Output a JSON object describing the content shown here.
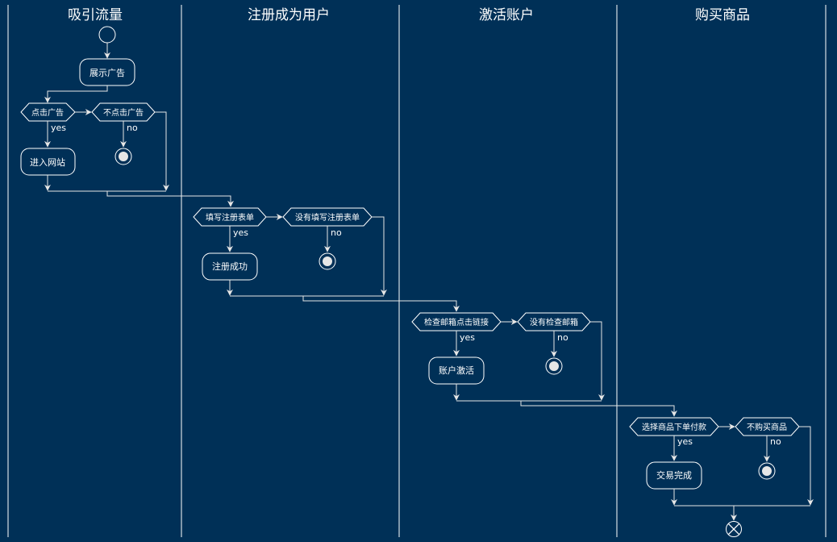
{
  "lanes": [
    {
      "title": "吸引流量"
    },
    {
      "title": "注册成为用户"
    },
    {
      "title": "激活账户"
    },
    {
      "title": "购买商品"
    }
  ],
  "nodes": {
    "show_ad": "展示广告",
    "click_ad": "点击广告",
    "no_click_ad": "不点击广告",
    "enter_site": "进入网站",
    "fill_form": "填写注册表单",
    "no_fill_form": "没有填写注册表单",
    "reg_success": "注册成功",
    "check_mail": "检查邮箱点击链接",
    "no_check_mail": "没有检查邮箱",
    "activate": "账户激活",
    "choose_pay": "选择商品下单付款",
    "no_buy": "不购买商品",
    "deal_done": "交易完成"
  },
  "guards": {
    "yes": "yes",
    "no": "no"
  },
  "colors": {
    "background": "#003057",
    "stroke": "#ffffff",
    "end_fill": "#e6e6e6"
  }
}
